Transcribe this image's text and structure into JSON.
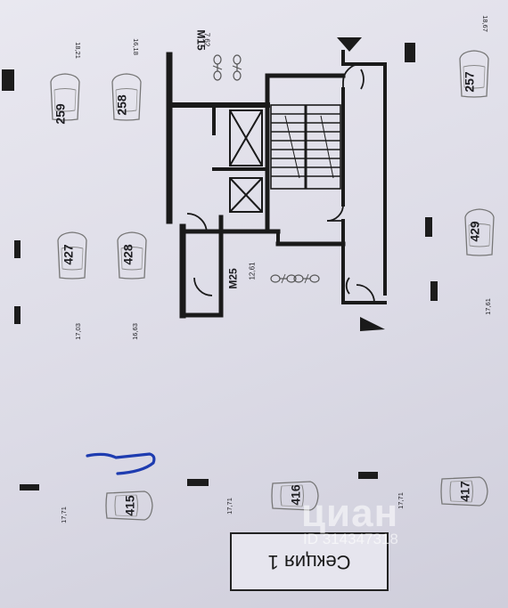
{
  "section": {
    "label": "Секция 1"
  },
  "watermark": {
    "brand": "циан",
    "id_text": "ID 314347318"
  },
  "rooms": [
    {
      "code": "M15",
      "area": "7,62"
    },
    {
      "code": "M25",
      "area": "12,61"
    }
  ],
  "spots": [
    {
      "number": "259",
      "size": "18,21"
    },
    {
      "number": "258",
      "size": "16,18"
    },
    {
      "number": "257",
      "size": "18,67"
    },
    {
      "number": "427",
      "size": "17,03"
    },
    {
      "number": "428",
      "size": "16,63"
    },
    {
      "number": "429",
      "size": "17,61"
    },
    {
      "number": "415",
      "size": "17,71"
    },
    {
      "number": "416",
      "size": "17,71"
    },
    {
      "number": "417",
      "size": "17,71"
    }
  ]
}
